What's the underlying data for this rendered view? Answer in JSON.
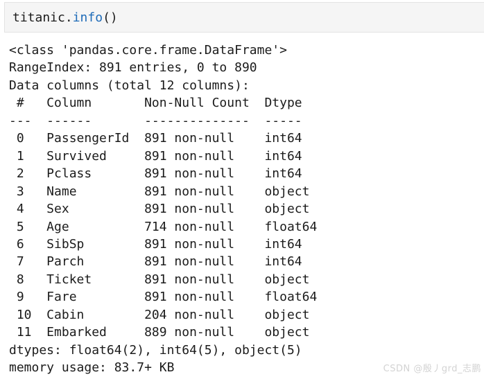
{
  "code_cell": {
    "object_text": "titanic.",
    "method_text": "info",
    "call_parens": "()"
  },
  "output": {
    "intro_lines": [
      "<class 'pandas.core.frame.DataFrame'>",
      "RangeIndex: 891 entries, 0 to 890",
      "Data columns (total 12 columns):"
    ],
    "table": {
      "headers": [
        "#",
        "Column",
        "Non-Null Count",
        "Dtype"
      ],
      "separator": [
        "---",
        "------",
        "--------------",
        "-----"
      ],
      "rows": [
        [
          "0",
          "PassengerId",
          "891 non-null",
          "int64"
        ],
        [
          "1",
          "Survived",
          "891 non-null",
          "int64"
        ],
        [
          "2",
          "Pclass",
          "891 non-null",
          "int64"
        ],
        [
          "3",
          "Name",
          "891 non-null",
          "object"
        ],
        [
          "4",
          "Sex",
          "891 non-null",
          "object"
        ],
        [
          "5",
          "Age",
          "714 non-null",
          "float64"
        ],
        [
          "6",
          "SibSp",
          "891 non-null",
          "int64"
        ],
        [
          "7",
          "Parch",
          "891 non-null",
          "int64"
        ],
        [
          "8",
          "Ticket",
          "891 non-null",
          "object"
        ],
        [
          "9",
          "Fare",
          "891 non-null",
          "float64"
        ],
        [
          "10",
          "Cabin",
          "204 non-null",
          "object"
        ],
        [
          "11",
          "Embarked",
          "889 non-null",
          "object"
        ]
      ]
    },
    "footer_lines": [
      "dtypes: float64(2), int64(5), object(5)",
      "memory usage: 83.7+ KB"
    ]
  },
  "watermark": {
    "text": "CSDN @殷丿grd_志鹏"
  },
  "colors": {
    "page_bg": "#ffffff",
    "code_cell_bg": "#f5f5f5",
    "code_cell_border": "#e3e3e3",
    "code_text": "#1c1c1c",
    "method_blue": "#1e6bb8",
    "output_text": "#1b1b1b",
    "watermark_gray": "#d3d3d3"
  }
}
